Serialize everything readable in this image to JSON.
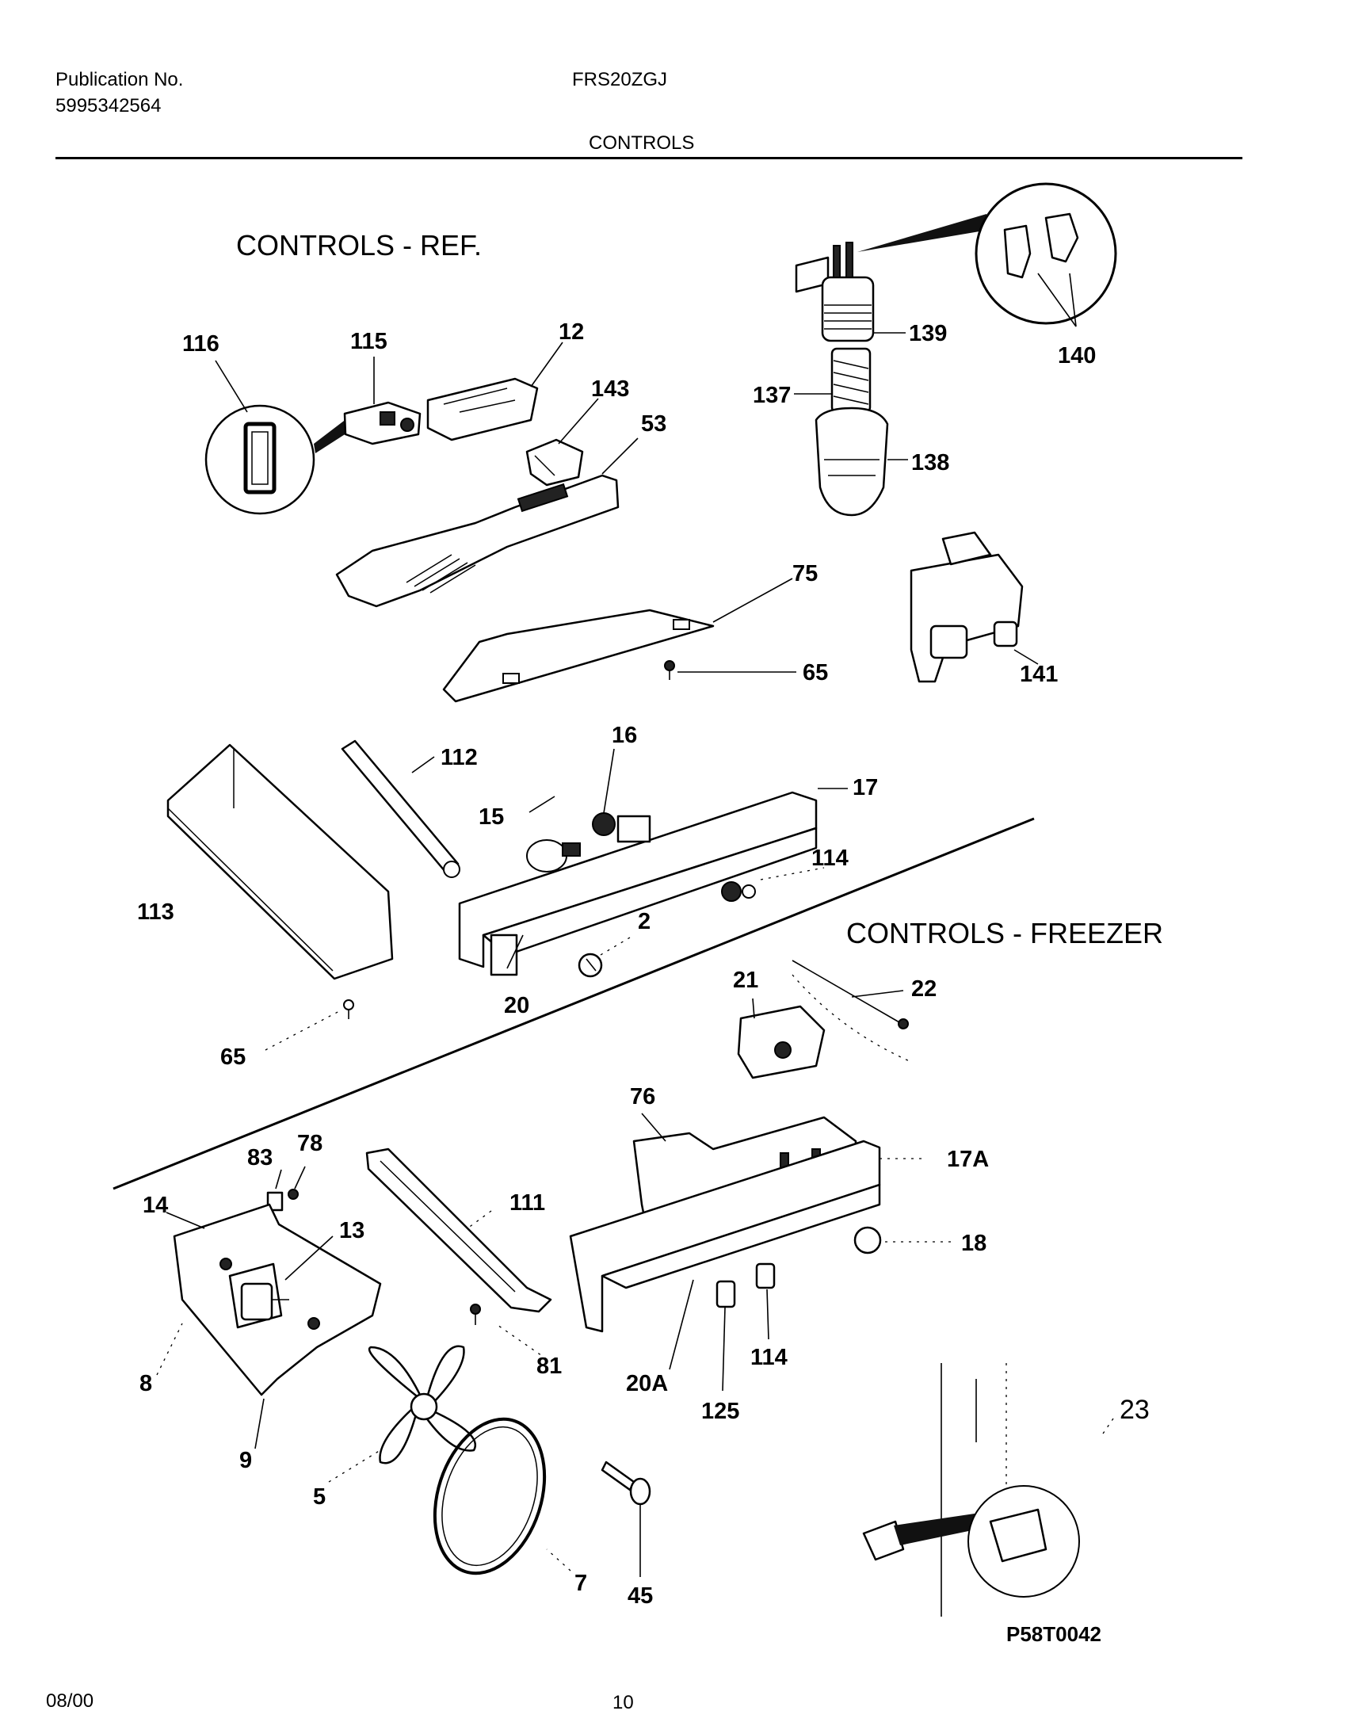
{
  "header": {
    "publication_label": "Publication No.",
    "publication_number": "5995342564",
    "model": "FRS20ZGJ",
    "section_title": "CONTROLS"
  },
  "diagram": {
    "section_ref": "CONTROLS  -  REF.",
    "section_freezer": "CONTROLS  -  FREEZER",
    "part_labels": {
      "p116": "116",
      "p115": "115",
      "p12": "12",
      "p143": "143",
      "p53": "53",
      "p139": "139",
      "p140": "140",
      "p137": "137",
      "p138": "138",
      "p75": "75",
      "p65a": "65",
      "p141": "141",
      "p16": "16",
      "p112": "112",
      "p17": "17",
      "p15": "15",
      "p114a": "114",
      "p113": "113",
      "p2": "2",
      "p20": "20",
      "p65b": "65",
      "p21": "21",
      "p22": "22",
      "p76": "76",
      "p17a": "17A",
      "p83": "83",
      "p78": "78",
      "p14": "14",
      "p13": "13",
      "p111": "111",
      "p18": "18",
      "p81": "81",
      "p114b": "114",
      "p8": "8",
      "p20a": "20A",
      "p125": "125",
      "p23": "23",
      "p9": "9",
      "p5": "5",
      "p7": "7",
      "p45": "45"
    },
    "drawing_code": "P58T0042"
  },
  "footer": {
    "date": "08/00",
    "page_number": "10"
  }
}
